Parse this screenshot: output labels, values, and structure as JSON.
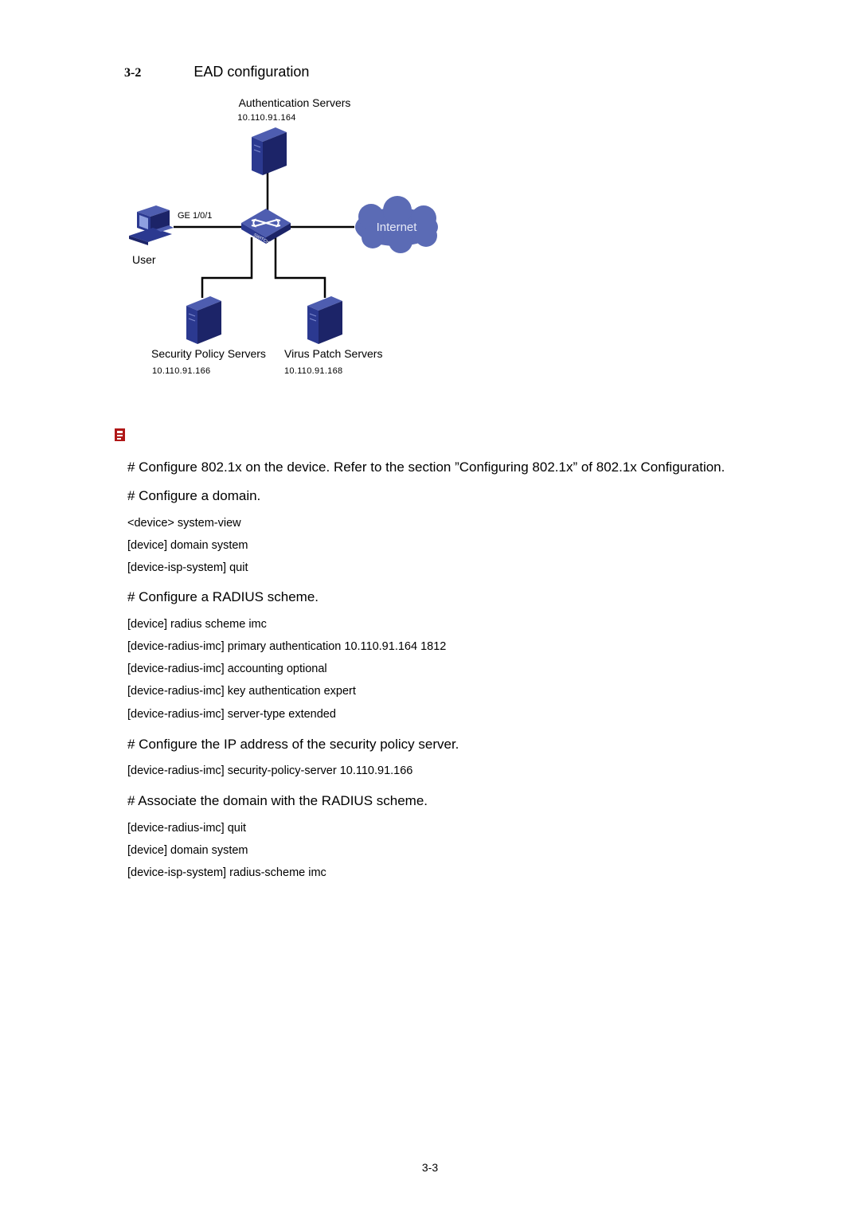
{
  "figure": {
    "number": "3-2",
    "title": "EAD configuration"
  },
  "diagram": {
    "auth_server_label": "Authentication Servers",
    "auth_server_ip": "10.110.91.164",
    "interface_label": "GE 1/0/1",
    "user_label": "User",
    "internet_label": "Internet",
    "switch_label": "SWITCH",
    "security_label": "Security Policy Servers",
    "security_ip": "10.110.91.166",
    "patch_label": "Virus Patch Servers",
    "patch_ip": "10.110.91.168",
    "colors": {
      "device": "#2b3990",
      "device_dark": "#1c2468",
      "cloud": "#5b6bb5",
      "line": "#000000"
    }
  },
  "procedure": {
    "icon": "step-marker-icon",
    "p1": "# Configure 802.1x on the device. Refer to the section ”Configuring 802.1x” of 802.1x Configuration.",
    "p2": "# Configure a domain.",
    "c1": "<device> system-view",
    "c2": "[device] domain system",
    "c3": "[device-isp-system] quit",
    "p3": "# Configure a RADIUS scheme.",
    "c4": "[device] radius scheme imc",
    "c5": "[device-radius-imc] primary authentication 10.110.91.164 1812",
    "c6": "[device-radius-imc] accounting optional",
    "c7": "[device-radius-imc] key authentication expert",
    "c8": "[device-radius-imc] server-type extended",
    "p4": "# Configure the IP address of the security policy server.",
    "c9": "[device-radius-imc] security-policy-server 10.110.91.166",
    "p5": "# Associate the domain with the RADIUS scheme.",
    "c10": "[device-radius-imc] quit",
    "c11": "[device] domain system",
    "c12": "[device-isp-system] radius-scheme imc"
  },
  "footer": {
    "page": "3-3"
  }
}
